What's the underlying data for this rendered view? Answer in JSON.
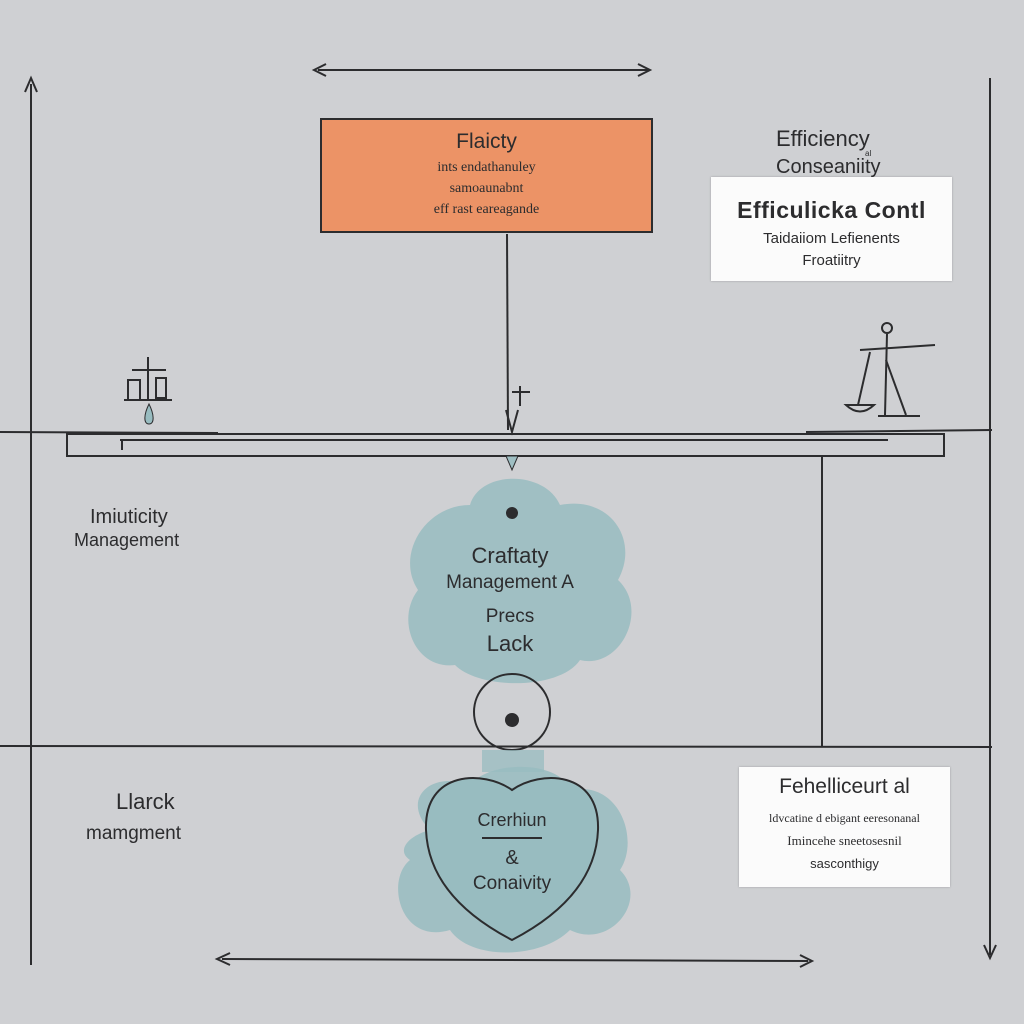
{
  "orange_box": {
    "title": "Flaicty",
    "lines": [
      "ints endathanuley",
      "samoaunabnt",
      "eff rast eareagande"
    ]
  },
  "top_right": {
    "heading1": "Efficiency",
    "heading1_sub": "al",
    "heading2": "Conseaniity"
  },
  "white_box_top": {
    "title": "Efficulicka Contl",
    "line1": "Taidaiiom Lefienents",
    "line2": "Froatiitry"
  },
  "left_label_mid": {
    "line1": "Imiuticity",
    "line2": "Management"
  },
  "cloud_upper": {
    "line1": "Craftaty",
    "line2": "Management A",
    "line3": "Precs",
    "line4": "Lack"
  },
  "left_label_low": {
    "line1": "Llarck",
    "line2": "mamgment"
  },
  "heart": {
    "line1": "Crerhiun",
    "line2": "&",
    "line3": "Conaivity"
  },
  "white_box_bottom": {
    "title": "Fehelliceurt al",
    "line1": "ldvcatine d ebigant eeresonanal",
    "line2": "Imincehe sneetosesnil",
    "line3": "sasconthigy"
  },
  "colors": {
    "background": "#cfd0d3",
    "orange": "#ec9366",
    "teal": "#98bcc0",
    "ink": "#2c2c2e",
    "paper": "#fbfbfb"
  }
}
